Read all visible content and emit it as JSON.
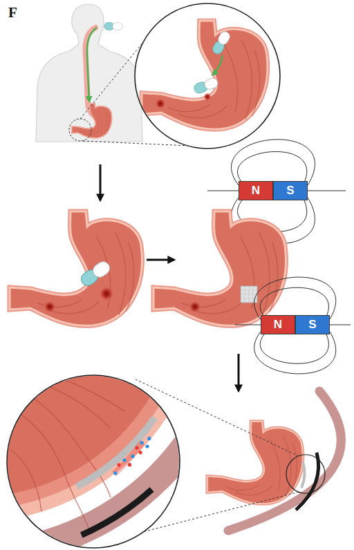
{
  "diagram": {
    "nodes": [
      {
        "text": [
          "N"
        ]
      },
      {
        "text": [
          "S"
        ]
      },
      {
        "text": [
          "N"
        ]
      },
      {
        "text": [
          "S"
        ]
      }
    ],
    "labels": [
      "F"
    ]
  }
}
